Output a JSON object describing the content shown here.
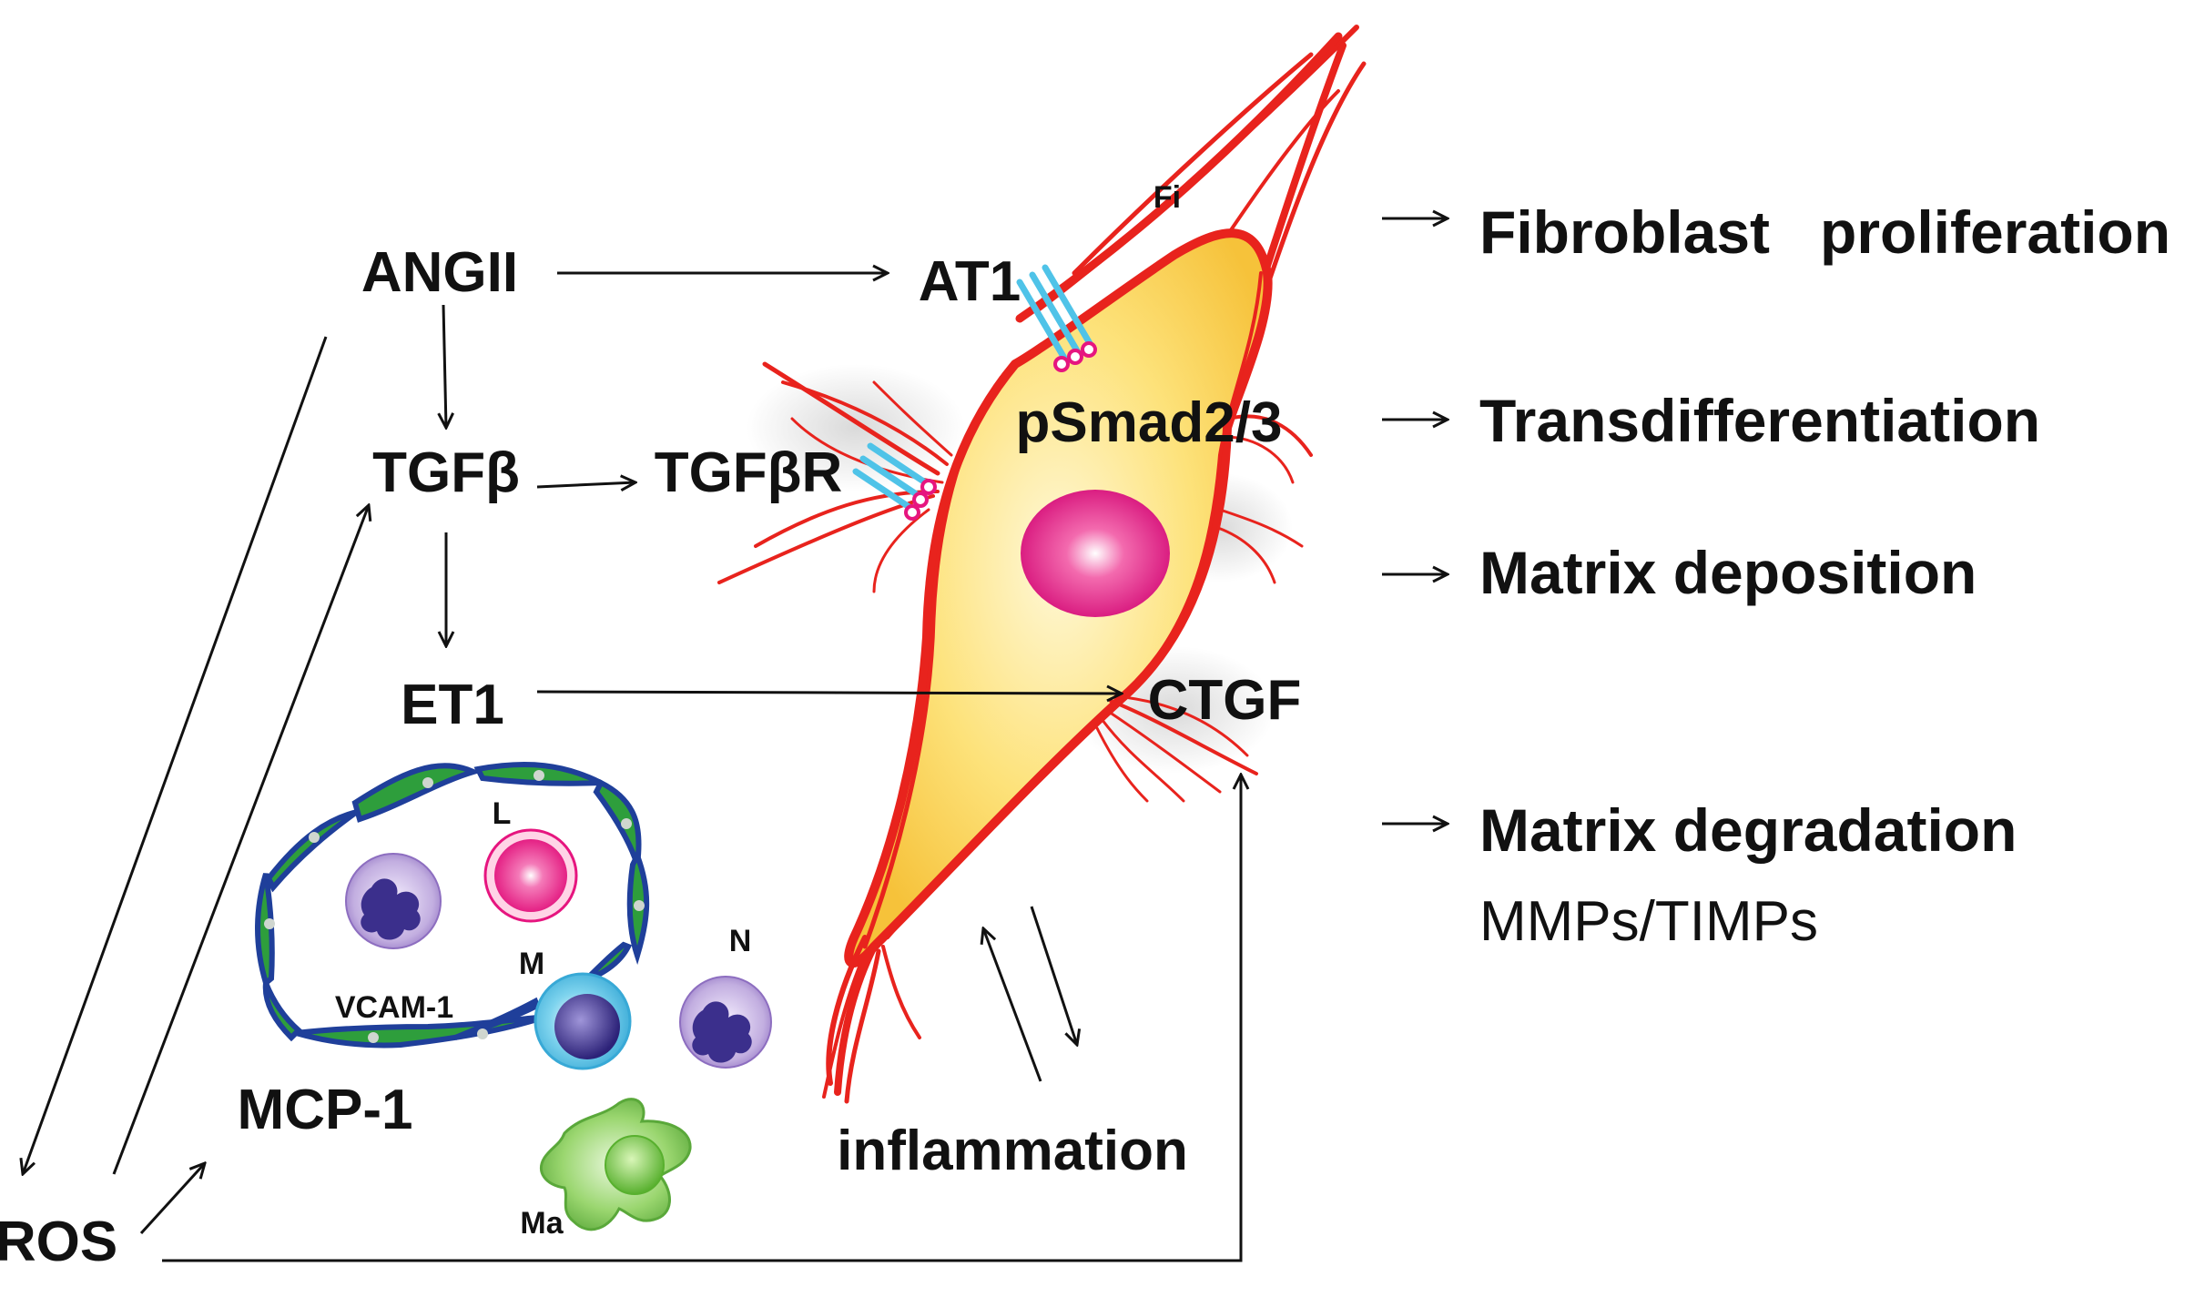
{
  "labels": {
    "angii": "ANGII",
    "at1": "AT1",
    "tgfb": "TGFβ",
    "tgfbr": "TGFβR",
    "et1": "ET1",
    "ctgf": "CTGF",
    "psmad": "pSmad2/3",
    "ros": "ROS",
    "mcp1": "MCP-1",
    "inflammation": "inflammation",
    "vcam1": "VCAM-1",
    "fi": "Fi",
    "l": "L",
    "m": "M",
    "n": "N",
    "ma": "Ma"
  },
  "outcomes": {
    "fibroblast_proliferation": "Fibroblast   proliferation",
    "transdifferentiation": "Transdifferentiation",
    "matrix_deposition": "Matrix deposition",
    "matrix_degradation": "Matrix degradation",
    "mmps_timps": "MMPs/TIMPs"
  },
  "colors": {
    "fibroblast_outline": "#e8231d",
    "fibroblast_fill": "#fdd85a",
    "nucleus": "#e6157f",
    "receptor": "#4fc3e8",
    "endothelium_fill": "#2e9e3c",
    "endothelium_edge": "#1f3f9a",
    "lymphocyte": "#e6157f",
    "monocyte": "#3b2f8c",
    "neutrophil": "#9b7ec4",
    "macrophage": "#6cc04a"
  }
}
